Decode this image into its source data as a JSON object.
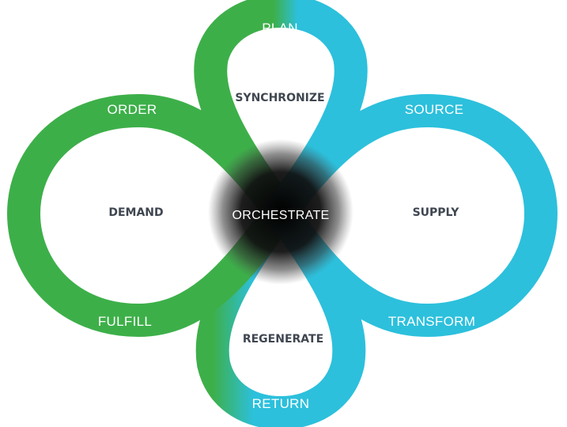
{
  "colors": {
    "green": "#3daf49",
    "teal": "#2cc0dc",
    "center_dark": "#0a0a0a",
    "inner_text": "#3f4650",
    "ring_text": "#ffffff"
  },
  "center": {
    "label": "ORCHESTRATE"
  },
  "loops": {
    "plan": {
      "outer_label": "PLAN",
      "inner_label": "SYNCHRONIZE"
    },
    "demand": {
      "top_label": "ORDER",
      "inner_label": "DEMAND",
      "bottom_label": "FULFILL"
    },
    "supply": {
      "top_label": "SOURCE",
      "inner_label": "SUPPLY",
      "bottom_label": "TRANSFORM"
    },
    "return": {
      "inner_label": "REGENERATE",
      "outer_label": "RETURN"
    }
  }
}
